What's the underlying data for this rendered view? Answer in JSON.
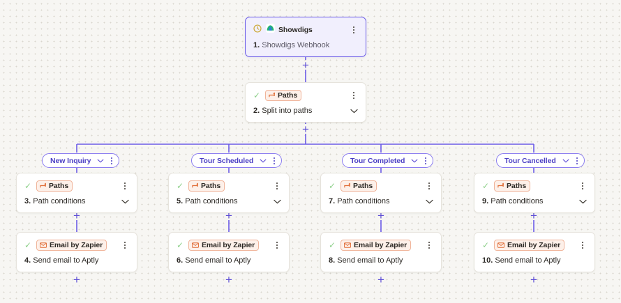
{
  "canvas": {
    "background_color": "#f7f6f3",
    "dot_color": "#d9d6ce",
    "connector_color": "#6b5ce7",
    "accent_color": "#5f4fd6",
    "badge_border_color": "#f0b49a",
    "badge_bg_color": "#fdf0e9",
    "check_color": "#8ed08a",
    "add_step_label": "+"
  },
  "trigger": {
    "icon": "clock-icon",
    "app_icon": "showdigs-logo-icon",
    "app_name": "Showdigs",
    "step_number": "1.",
    "title": "Showdigs Webhook",
    "menu_icon": "more-vertical-icon"
  },
  "paths_step": {
    "status_icon": "check-icon",
    "app_icon": "paths-icon",
    "app_name": "Paths",
    "step_number": "2.",
    "title": "Split into paths",
    "menu_icon": "more-vertical-icon",
    "collapse_icon": "chevron-down-icon"
  },
  "branches": [
    {
      "pill_label": "New Inquiry",
      "pill_chevron_icon": "chevron-down-icon",
      "pill_menu_icon": "more-vertical-icon",
      "condition_card": {
        "status_icon": "check-icon",
        "app_icon": "paths-icon",
        "app_name": "Paths",
        "step_number": "3.",
        "title": "Path conditions",
        "menu_icon": "more-vertical-icon",
        "collapse_icon": "chevron-down-icon"
      },
      "action_card": {
        "status_icon": "check-icon",
        "app_icon": "envelope-icon",
        "app_name": "Email by Zapier",
        "step_number": "4.",
        "title": "Send email to Aptly",
        "menu_icon": "more-vertical-icon"
      }
    },
    {
      "pill_label": "Tour Scheduled",
      "pill_chevron_icon": "chevron-down-icon",
      "pill_menu_icon": "more-vertical-icon",
      "condition_card": {
        "status_icon": "check-icon",
        "app_icon": "paths-icon",
        "app_name": "Paths",
        "step_number": "5.",
        "title": "Path conditions",
        "menu_icon": "more-vertical-icon",
        "collapse_icon": "chevron-down-icon"
      },
      "action_card": {
        "status_icon": "check-icon",
        "app_icon": "envelope-icon",
        "app_name": "Email by Zapier",
        "step_number": "6.",
        "title": "Send email to Aptly",
        "menu_icon": "more-vertical-icon"
      }
    },
    {
      "pill_label": "Tour Completed",
      "pill_chevron_icon": "chevron-down-icon",
      "pill_menu_icon": "more-vertical-icon",
      "condition_card": {
        "status_icon": "check-icon",
        "app_icon": "paths-icon",
        "app_name": "Paths",
        "step_number": "7.",
        "title": "Path conditions",
        "menu_icon": "more-vertical-icon",
        "collapse_icon": "chevron-down-icon"
      },
      "action_card": {
        "status_icon": "check-icon",
        "app_icon": "envelope-icon",
        "app_name": "Email by Zapier",
        "step_number": "8.",
        "title": "Send email to Aptly",
        "menu_icon": "more-vertical-icon"
      }
    },
    {
      "pill_label": "Tour Cancelled",
      "pill_chevron_icon": "chevron-down-icon",
      "pill_menu_icon": "more-vertical-icon",
      "condition_card": {
        "status_icon": "check-icon",
        "app_icon": "paths-icon",
        "app_name": "Paths",
        "step_number": "9.",
        "title": "Path conditions",
        "menu_icon": "more-vertical-icon",
        "collapse_icon": "chevron-down-icon"
      },
      "action_card": {
        "status_icon": "check-icon",
        "app_icon": "envelope-icon",
        "app_name": "Email by Zapier",
        "step_number": "10.",
        "title": "Send email to Aptly",
        "menu_icon": "more-vertical-icon"
      }
    }
  ]
}
